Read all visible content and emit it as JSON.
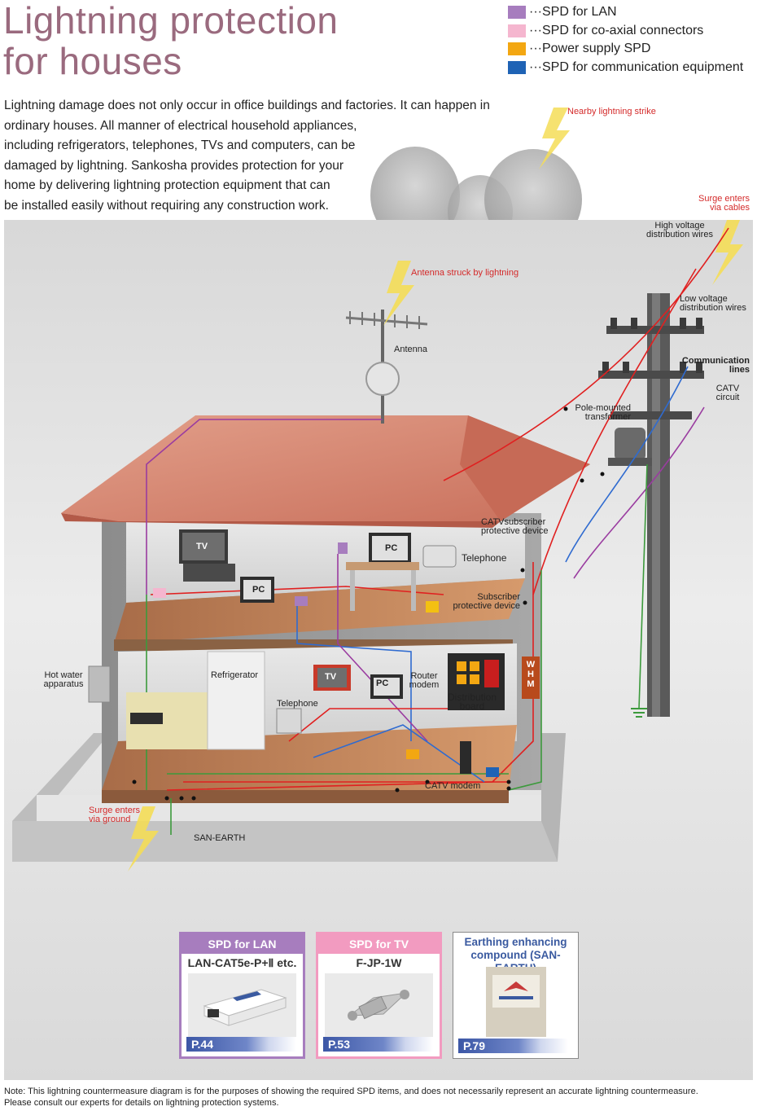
{
  "title": {
    "line1": "Lightning protection",
    "line2": "for houses"
  },
  "legend": [
    {
      "label": "···SPD for LAN",
      "color": "#a77dbe"
    },
    {
      "label": "···SPD for co-axial connectors",
      "color": "#f5b6cf"
    },
    {
      "label": "···Power supply SPD",
      "color": "#f3a712"
    },
    {
      "label": "···SPD for communication equipment",
      "color": "#1f63b5"
    }
  ],
  "intro": [
    "Lightning damage does not only occur in office buildings and factories. It can happen in",
    "ordinary houses. All manner of electrical household appliances,",
    "including refrigerators, telephones, TVs and computers, can be",
    "damaged by lightning. Sankosha provides protection for your",
    "home by delivering lightning protection equipment that can",
    "be installed easily without requiring any construction work."
  ],
  "labels": {
    "nearby_strike": "Nearby lightning strike",
    "surge_cables_1": "Surge enters",
    "surge_cables_2": "via cables",
    "high_voltage_1": "High voltage",
    "high_voltage_2": "distribution wires",
    "low_voltage_1": "Low voltage",
    "low_voltage_2": "distribution wires",
    "antenna_struck": "Antenna struck by lightning",
    "antenna": "Antenna",
    "comm_lines_1": "Communication",
    "comm_lines_2": "lines",
    "catv_circuit_1": "CATV",
    "catv_circuit_2": "circuit",
    "pole_transformer_1": "Pole-mounted",
    "pole_transformer_2": "transformer",
    "catv_protect_1": "CATVsubscriber",
    "catv_protect_2": "protective device",
    "telephone_upper": "Telephone",
    "subscriber_protect_1": "Subscriber",
    "subscriber_protect_2": "protective device",
    "tv_upper": "TV",
    "pc_upper_right": "PC",
    "pc_upper_mid": "PC",
    "hot_water_1": "Hot water",
    "hot_water_2": "apparatus",
    "refrigerator": "Refrigerator",
    "tv_lower": "TV",
    "pc_lower": "PC",
    "router_1": "Router",
    "router_2": "modem",
    "telephone_lower": "Telephone",
    "distribution_1": "Distribution",
    "distribution_2": "board",
    "whm_w": "W",
    "whm_h": "H",
    "whm_m": "M",
    "catv_modem": "CATV modem",
    "surge_ground_1": "Surge enters",
    "surge_ground_2": "via ground",
    "san_earth": "SAN-EARTH"
  },
  "cards": [
    {
      "head": "SPD for LAN",
      "model": "LAN-CAT5e-P+Ⅱ etc.",
      "page": "P.44",
      "color": "#a77dbe"
    },
    {
      "head": "SPD for TV",
      "model": "F-JP-1W",
      "page": "P.53",
      "color": "#f29bc0"
    },
    {
      "head1": "Earthing enhancing",
      "head2": "compound (SAN-EARTH)",
      "page": "P.79",
      "color": "#8a8a8a"
    }
  ],
  "note": [
    "Note: This lightning countermeasure diagram is for the purposes of showing the required SPD items, and does not necessarily represent an accurate lightning countermeasure.",
    "Please consult our experts for details on lightning protection systems."
  ],
  "colors": {
    "title": "#9a6a7e",
    "label_red": "#d42a2a",
    "roof": "#d98a78",
    "wire_red": "#e02020",
    "wire_blue": "#2f6bd0",
    "wire_purple": "#9a3ca0",
    "wire_green": "#3c9a3c"
  }
}
